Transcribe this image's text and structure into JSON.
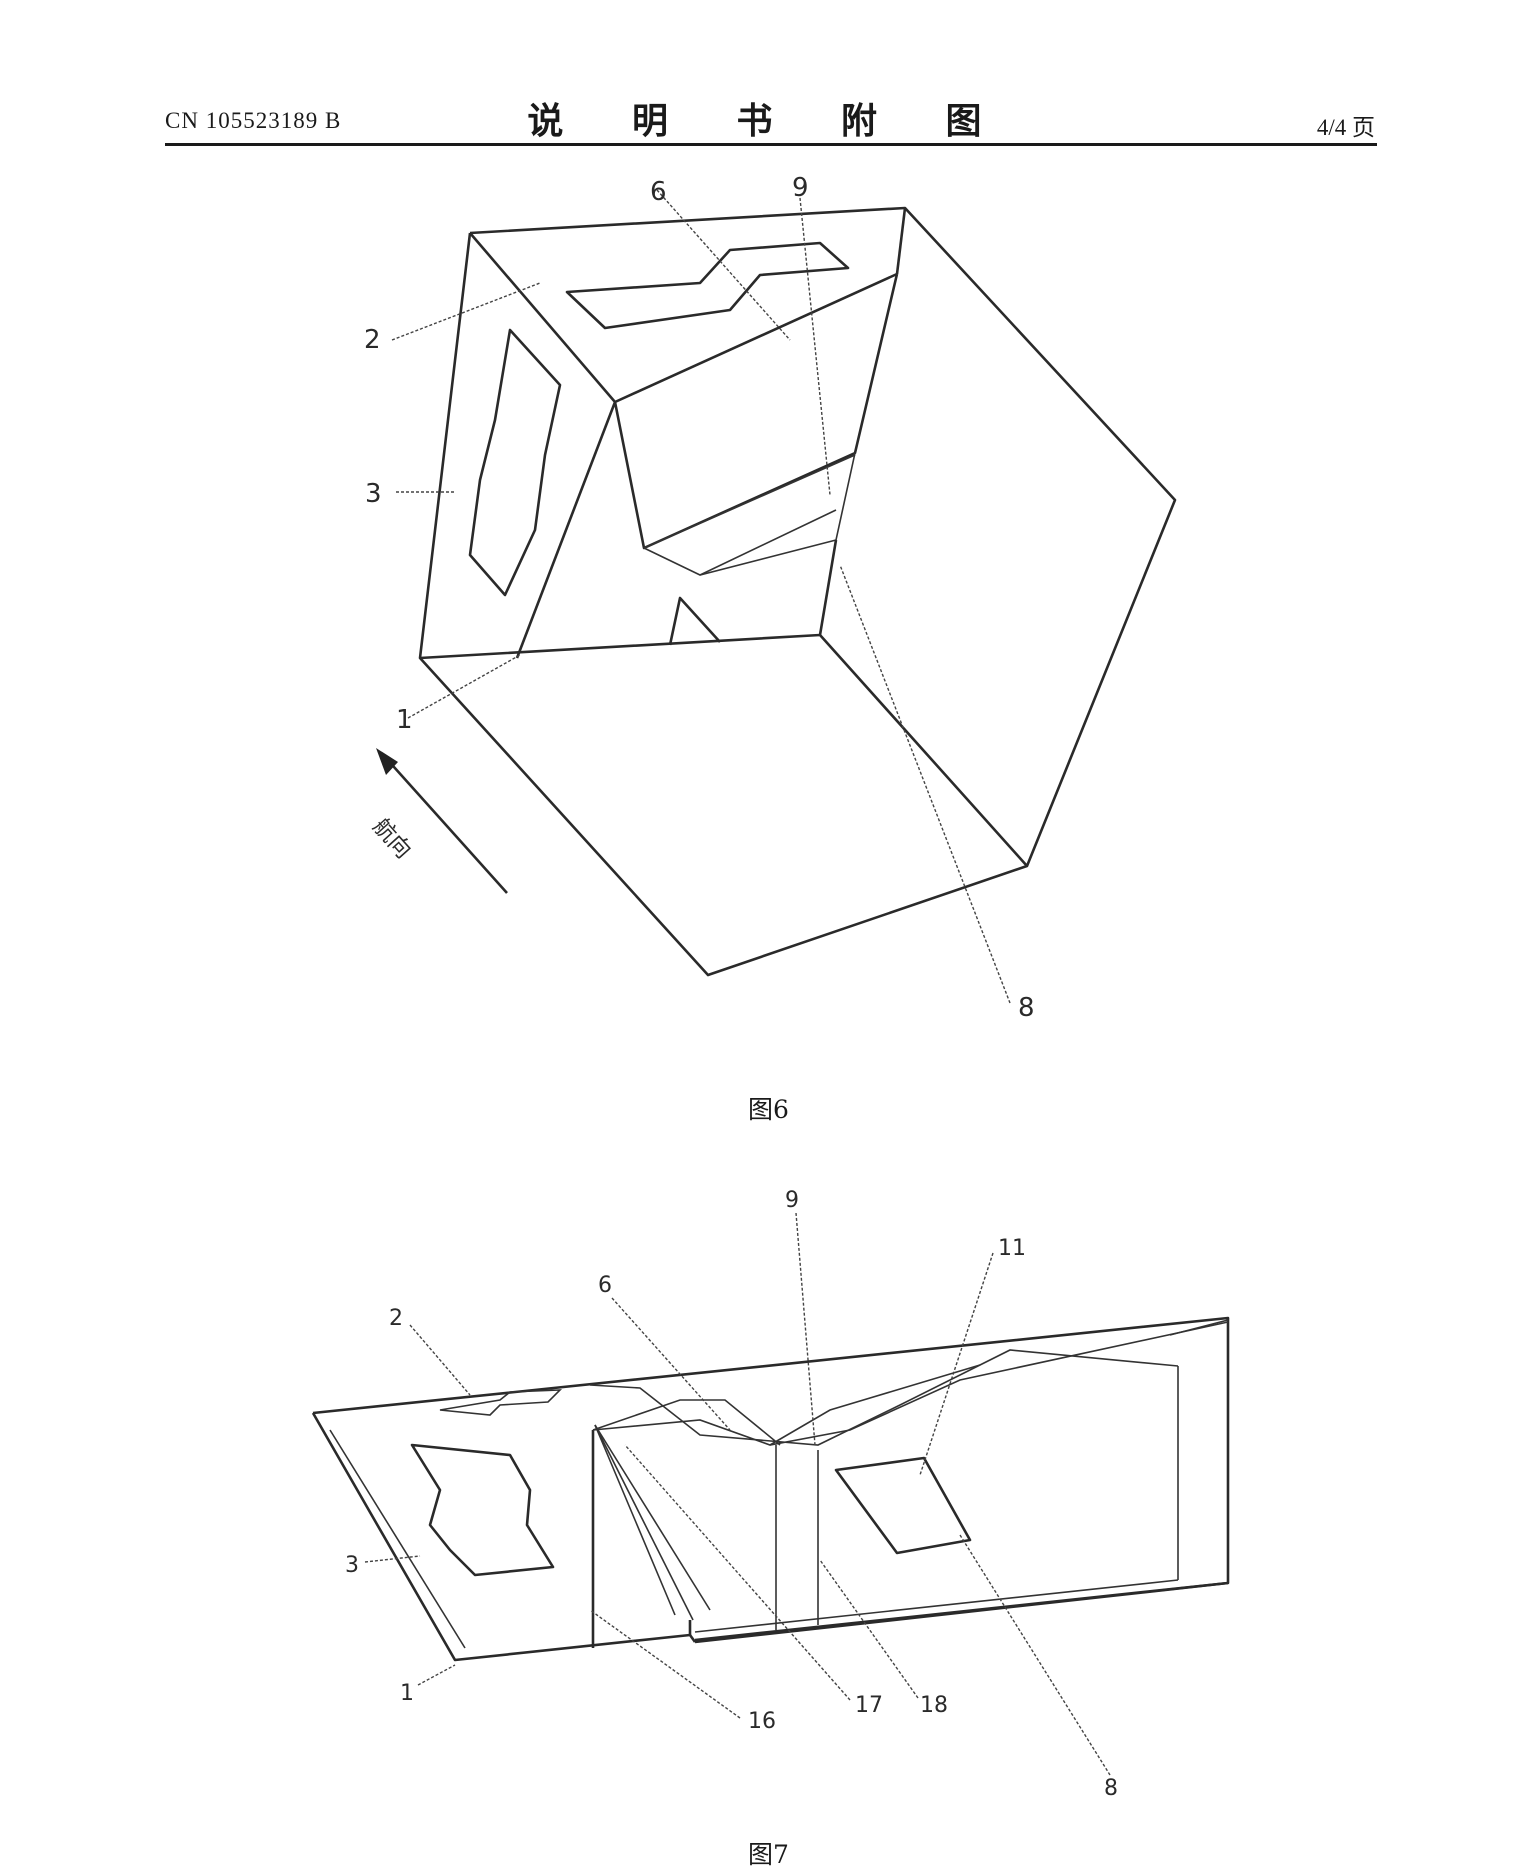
{
  "header": {
    "patent_number": "CN 105523189 B",
    "title": "说 明 书 附 图",
    "page": "4/4 页"
  },
  "figure6": {
    "caption": "图6",
    "direction_label": "航向",
    "labels": [
      "6",
      "9",
      "2",
      "3",
      "1",
      "8"
    ]
  },
  "figure7": {
    "caption": "图7",
    "labels": [
      "9",
      "11",
      "6",
      "2",
      "3",
      "1",
      "16",
      "17",
      "18",
      "8"
    ]
  }
}
